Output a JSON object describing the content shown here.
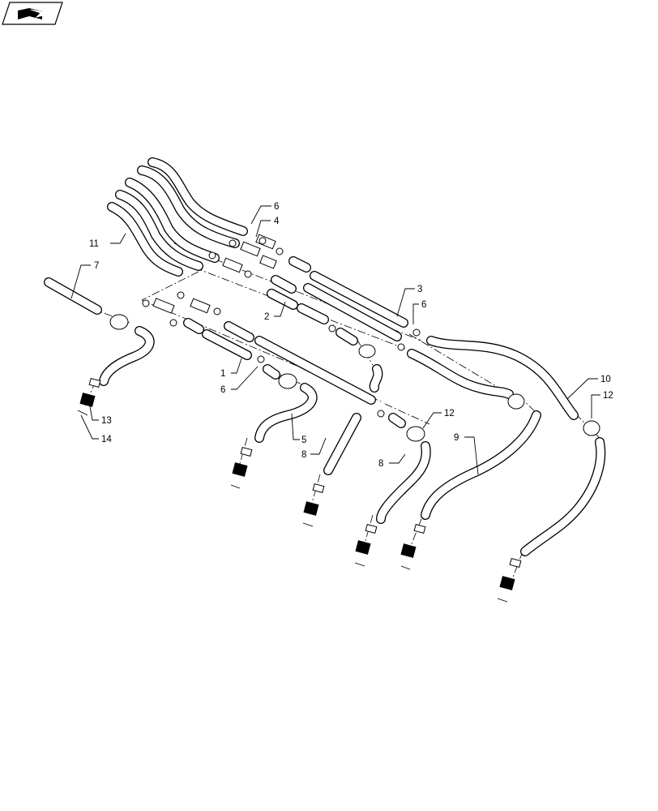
{
  "header": {
    "icon": "book-arrow-icon"
  },
  "callouts": [
    {
      "id": "c1",
      "text": "1"
    },
    {
      "id": "c2",
      "text": "2"
    },
    {
      "id": "c3",
      "text": "3"
    },
    {
      "id": "c4",
      "text": "4"
    },
    {
      "id": "c5",
      "text": "5"
    },
    {
      "id": "c6a",
      "text": "6"
    },
    {
      "id": "c6b",
      "text": "6"
    },
    {
      "id": "c6c",
      "text": "6"
    },
    {
      "id": "c7",
      "text": "7"
    },
    {
      "id": "c8a",
      "text": "8"
    },
    {
      "id": "c8b",
      "text": "8"
    },
    {
      "id": "c9",
      "text": "9"
    },
    {
      "id": "c10",
      "text": "10"
    },
    {
      "id": "c11",
      "text": "11"
    },
    {
      "id": "c12a",
      "text": "12"
    },
    {
      "id": "c12b",
      "text": "12"
    },
    {
      "id": "c13",
      "text": "13"
    },
    {
      "id": "c14",
      "text": "14"
    }
  ]
}
